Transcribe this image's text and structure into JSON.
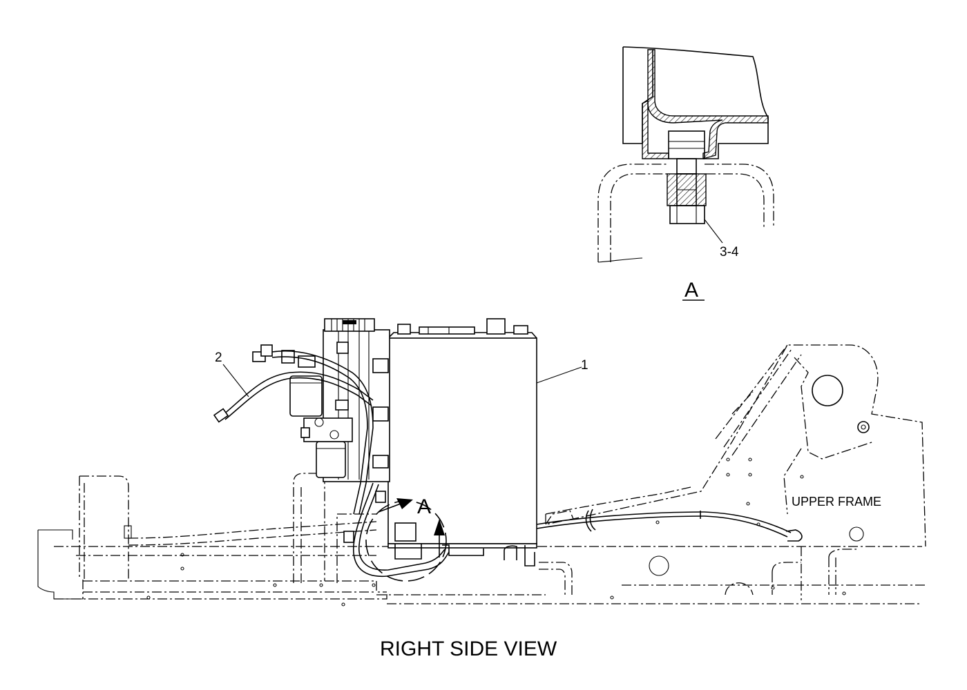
{
  "labels": {
    "detail_callout": "3-4",
    "detail_title": "A",
    "item_1": "1",
    "item_2": "2",
    "view_arrow": "A",
    "frame_label": "UPPER FRAME",
    "view_title": "RIGHT SIDE VIEW"
  }
}
